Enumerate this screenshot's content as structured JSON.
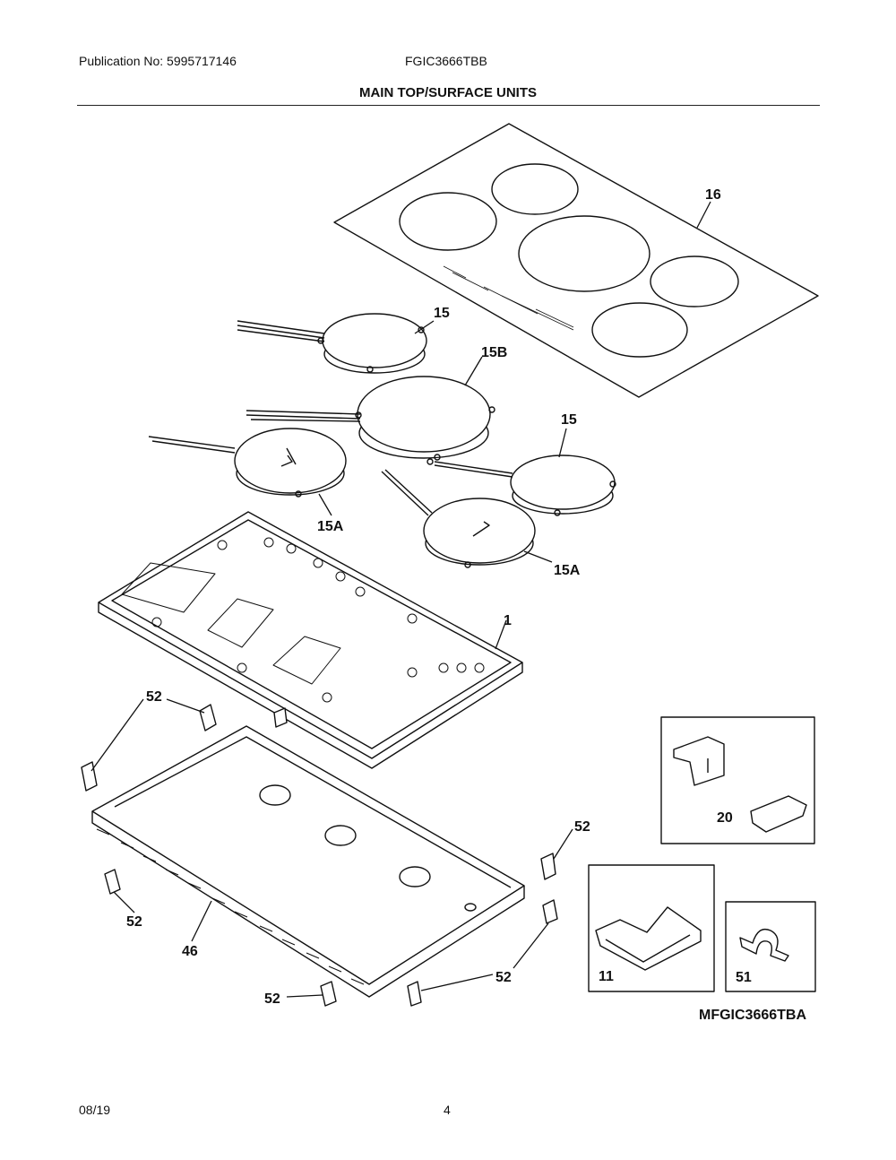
{
  "header": {
    "publication": "Publication No: 5995717146",
    "model": "FGIC3666TBB",
    "title": "MAIN TOP/SURFACE UNITS"
  },
  "diagram": {
    "callouts": {
      "c16": "16",
      "c15a": "15",
      "c15b": "15B",
      "c15c": "15",
      "c15A1": "15A",
      "c15A2": "15A",
      "c1": "1",
      "c52a": "52",
      "c52b": "52",
      "c52c": "52",
      "c52d": "52",
      "c52e": "52",
      "c46": "46",
      "c20": "20",
      "c11": "11",
      "c51": "51"
    },
    "code": "MFGIC3666TBA"
  },
  "footer": {
    "date": "08/19",
    "page": "4"
  }
}
